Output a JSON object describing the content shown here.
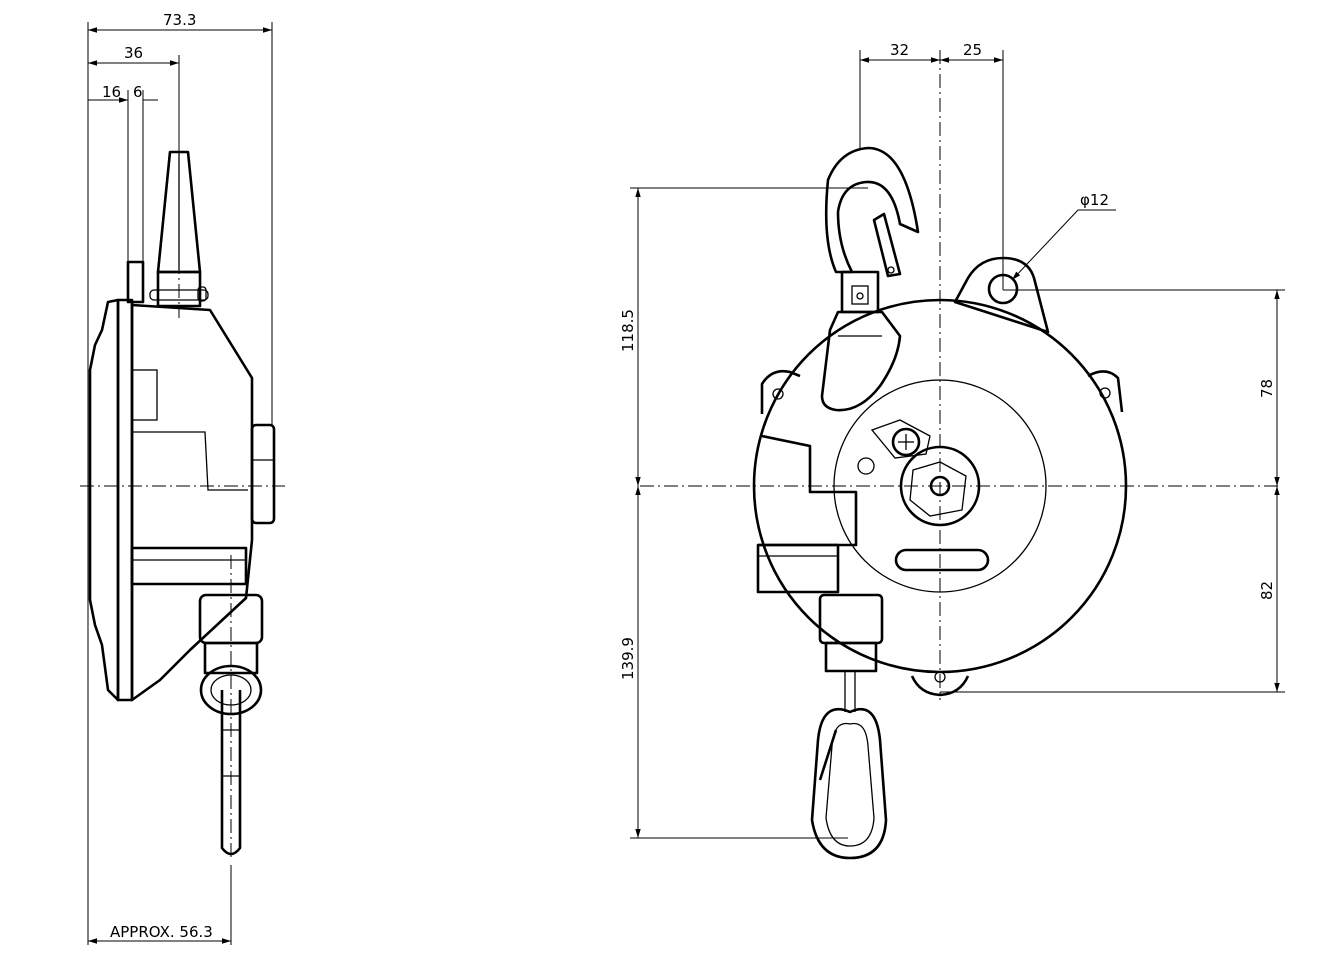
{
  "side_view": {
    "dim_overall_width": "73.3",
    "dim_hook_offset": "36",
    "dim_flange": "16",
    "dim_pin": "6",
    "dim_approx_label": "APPROX. 56.3"
  },
  "front_view": {
    "dim_hook_left": "32",
    "dim_mount_right": "25",
    "dim_hole_diameter": "φ12",
    "dim_upper_height": "118.5",
    "dim_lower_height": "139.9",
    "dim_mount_height": "78",
    "dim_bottom_height": "82"
  },
  "colors": {
    "line": "#000000",
    "background": "#ffffff"
  }
}
